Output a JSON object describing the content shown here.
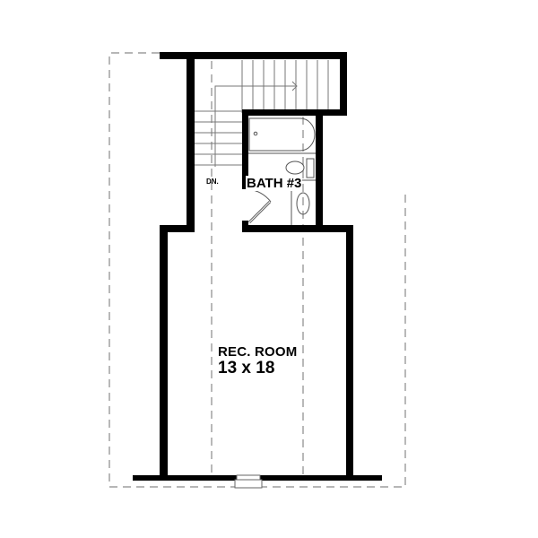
{
  "plan": {
    "type": "floor-plan",
    "colors": {
      "wall": "#000000",
      "dashed": "#888888",
      "fixture": "#555555",
      "background": "#ffffff"
    }
  },
  "rooms": {
    "rec_room": {
      "name": "REC. ROOM",
      "dimensions": "13 x 18"
    },
    "bath": {
      "name": "BATH #3"
    }
  },
  "stairs": {
    "label": "DN."
  }
}
